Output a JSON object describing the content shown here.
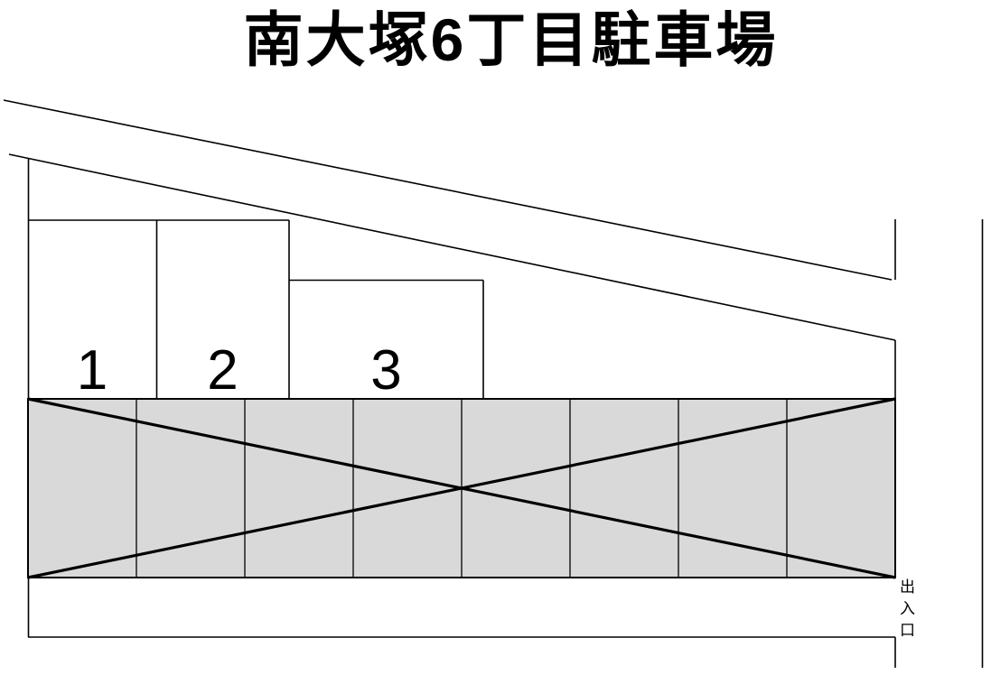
{
  "title": "南大塚6丁目駐車場",
  "spaces": [
    {
      "label": "1"
    },
    {
      "label": "2"
    },
    {
      "label": "3"
    }
  ],
  "entrance": {
    "label": "出入口"
  },
  "colors": {
    "background": "#ffffff",
    "line": "#000000",
    "blocked_area_fill": "#d9d9d9"
  }
}
